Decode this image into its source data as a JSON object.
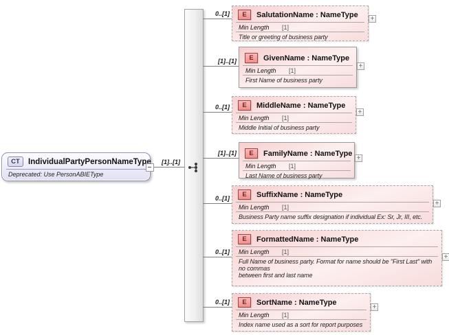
{
  "root": {
    "badge": "CT",
    "title": "IndividualPartyPersonNameType",
    "annotation": "Deprecated: Use PersonABIEType",
    "cardinality": "[1]..[1]"
  },
  "symbols": {
    "expand": "+"
  },
  "colors": {
    "element_accent": "#a04341",
    "element_fill": "#f8d7d7",
    "root_fill": "#e6e6f5",
    "root_border": "#9191b5",
    "connector": "#7d7d7d"
  },
  "elements": [
    {
      "badge": "E",
      "title": "SalutationName : NameType",
      "cardinality": "0..[1]",
      "facet_name": "Min Length",
      "facet_value": "[1]",
      "annotation": "Title or greeting of business party"
    },
    {
      "badge": "E",
      "title": "GivenName : NameType",
      "cardinality": "[1]..[1]",
      "facet_name": "Min Length",
      "facet_value": "[1]",
      "annotation": "First Name of business party"
    },
    {
      "badge": "E",
      "title": "MiddleName : NameType",
      "cardinality": "0..[1]",
      "facet_name": "Min Length",
      "facet_value": "[1]",
      "annotation": "Middle Initial of business party"
    },
    {
      "badge": "E",
      "title": "FamilyName : NameType",
      "cardinality": "[1]..[1]",
      "facet_name": "Min Length",
      "facet_value": "[1]",
      "annotation": "Last Name of business party"
    },
    {
      "badge": "E",
      "title": "SuffixName : NameType",
      "cardinality": "0..[1]",
      "facet_name": "Min Length",
      "facet_value": "[1]",
      "annotation": "Business Party name suffix designation if individual Ex: Sr, Jr, III, etc."
    },
    {
      "badge": "E",
      "title": "FormattedName : NameType",
      "cardinality": "0..[1]",
      "facet_name": "Min Length",
      "facet_value": "[1]",
      "annotation": "Full Name of business party. Format for name should be \"First Last\" with no commas\nbetween first and last name"
    },
    {
      "badge": "E",
      "title": "SortName : NameType",
      "cardinality": "0..[1]",
      "facet_name": "Min Length",
      "facet_value": "[1]",
      "annotation": "Index name used as a sort for report purposes"
    }
  ]
}
